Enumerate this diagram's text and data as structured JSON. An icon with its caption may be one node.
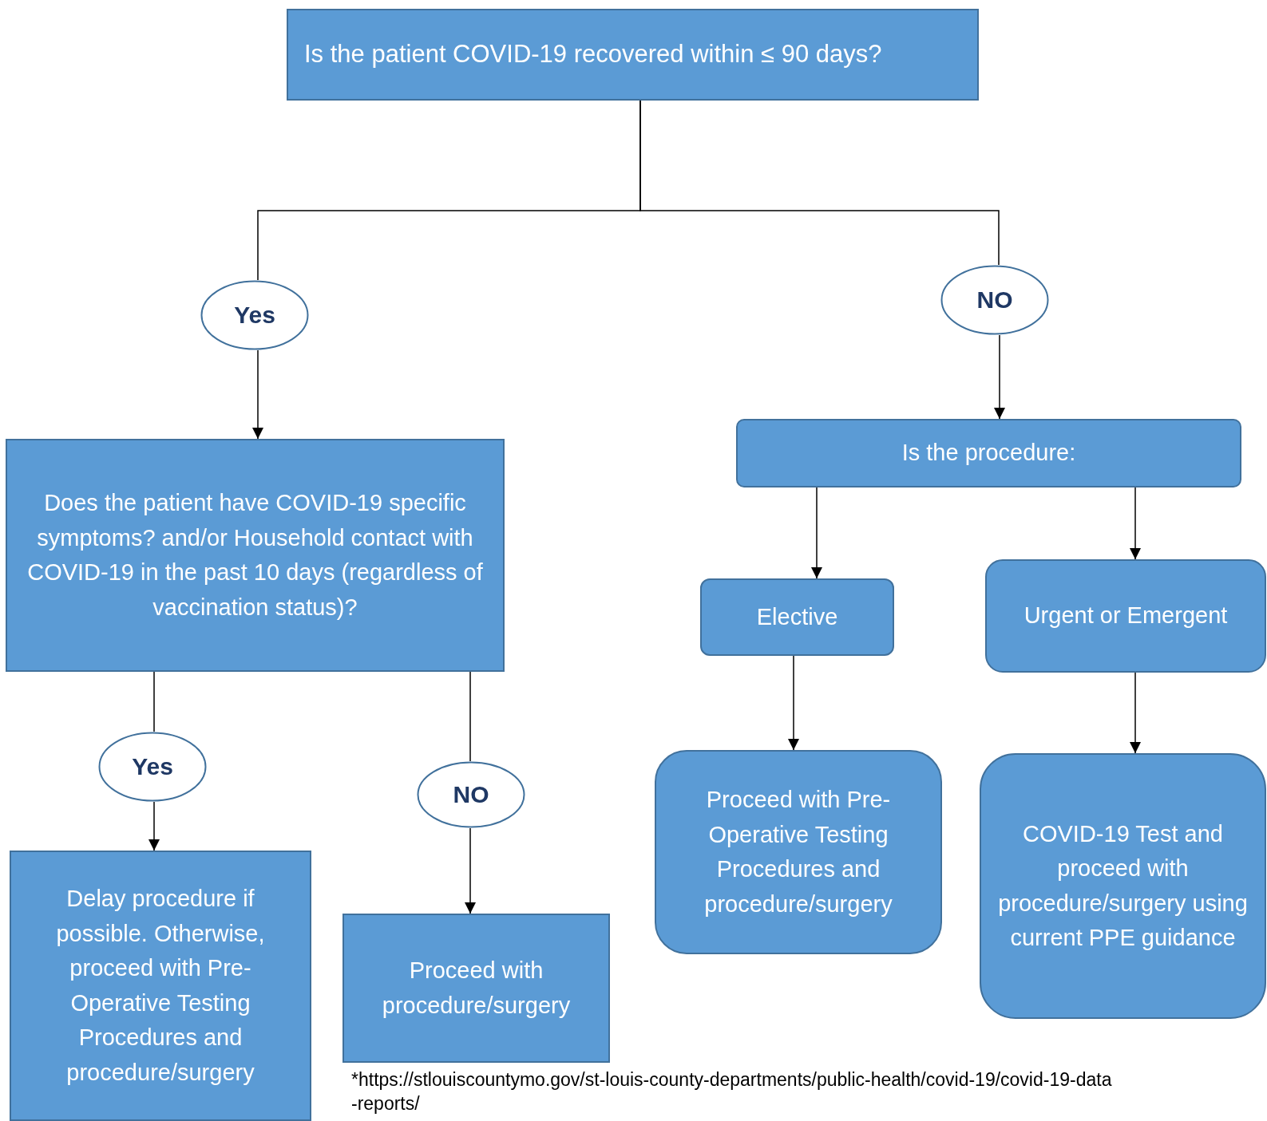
{
  "diagram": {
    "nodes": [
      {
        "text": [
          "Is the patient COVID-19 recovered within ≤ 90 days?"
        ]
      },
      {
        "text": [
          "Yes"
        ]
      },
      {
        "text": [
          "NO"
        ]
      },
      {
        "text": [
          "Does the patient have COVID-19 specific symptoms? and/or Household contact with COVID-19 in the past 10 days (regardless of vaccination status)?"
        ]
      },
      {
        "text": [
          "Is the procedure:"
        ]
      },
      {
        "text": [
          "Yes"
        ]
      },
      {
        "text": [
          "NO"
        ]
      },
      {
        "text": [
          "Elective"
        ]
      },
      {
        "text": [
          "Urgent or Emergent"
        ]
      },
      {
        "text": [
          "Delay procedure if possible.  Otherwise, proceed with Pre-Operative Testing Procedures and procedure/surgery"
        ]
      },
      {
        "text": [
          "Proceed with procedure/surgery"
        ]
      },
      {
        "text": [
          "Proceed with Pre-Operative Testing Procedures and procedure/surgery"
        ]
      },
      {
        "text": [
          "COVID-19 Test and proceed with procedure/surgery using current PPE guidance"
        ]
      }
    ],
    "edges": [
      {
        "from": 0,
        "to": 1,
        "arrow": "none"
      },
      {
        "from": 0,
        "to": 2,
        "arrow": "none"
      },
      {
        "from": 1,
        "to": 3,
        "arrow": "to"
      },
      {
        "from": 2,
        "to": 4,
        "arrow": "to"
      },
      {
        "from": 3,
        "to": 5,
        "arrow": "none"
      },
      {
        "from": 3,
        "to": 6,
        "arrow": "none"
      },
      {
        "from": 5,
        "to": 9,
        "arrow": "to"
      },
      {
        "from": 6,
        "to": 10,
        "arrow": "to"
      },
      {
        "from": 4,
        "to": 7,
        "arrow": "to"
      },
      {
        "from": 4,
        "to": 8,
        "arrow": "to"
      },
      {
        "from": 7,
        "to": 11,
        "arrow": "to"
      },
      {
        "from": 8,
        "to": 12,
        "arrow": "to"
      }
    ],
    "labels": [
      "*https://stlouiscountymo.gov/st-louis-county-departments/public-health/covid-19/covid-19-data-reports/"
    ]
  }
}
